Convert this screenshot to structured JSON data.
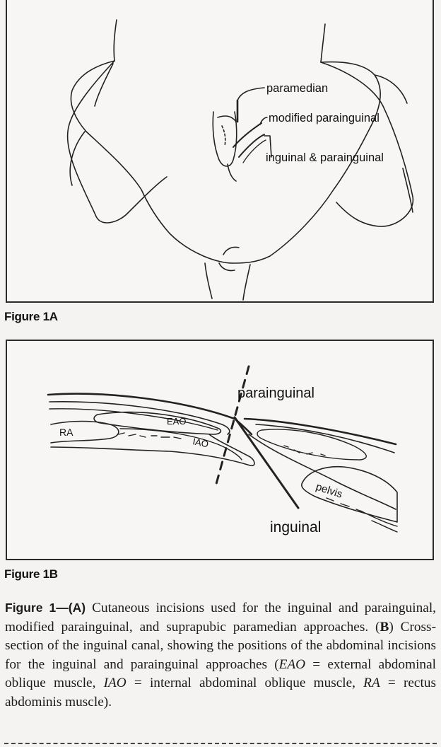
{
  "figure_1a": {
    "label": "Figure 1A",
    "annotations": {
      "paramedian": "paramedian",
      "modified": "modified parainguinal",
      "inguinal_parainguinal": "inguinal & parainguinal"
    }
  },
  "figure_1b": {
    "label": "Figure 1B",
    "annotations": {
      "parainguinal": "parainguinal",
      "inguinal": "inguinal",
      "eao": "EAO",
      "iao": "IAO",
      "ra": "RA",
      "pelvis": "pelvis"
    }
  },
  "caption": {
    "lead": "Figure 1—(A)",
    "text_1": " Cutaneous incisions used for the inguinal and parainguinal, modified parainguinal, and suprapubic paramedian approaches. (",
    "b_label": "B",
    "text_2": ") Cross-section of the inguinal canal, showing the positions of the abdominal incisions for the inguinal and parainguinal approaches (",
    "eao": "EAO",
    "eao_def": " = external abdominal oblique muscle, ",
    "iao": "IAO",
    "iao_def": " = internal abdominal oblique muscle, ",
    "ra": "RA",
    "ra_def": " = rectus abdominis muscle)."
  }
}
